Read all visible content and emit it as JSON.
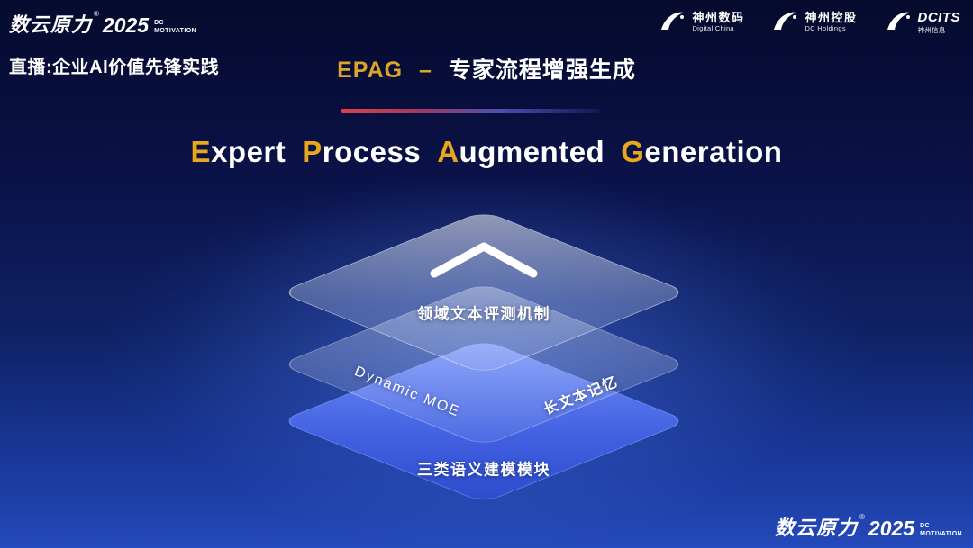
{
  "colors": {
    "accent_gold": "#dca52a",
    "background_top": "#060a2d",
    "background_bottom": "#2449ba",
    "bottom_layer_blue": "#3a5ce0",
    "divider_red": "#e04048",
    "divider_blue": "#2a4fd0"
  },
  "header": {
    "brand": {
      "wordmark": "数云原力",
      "reg_mark": "®",
      "year": "2025",
      "tagline_top": "DC",
      "tagline_bottom": "MOTIVATION"
    },
    "live_label": "直播:企业AI价值先锋实践",
    "slide_title": {
      "acronym": "EPAG",
      "separator": "–",
      "subject": "专家流程增强生成"
    },
    "partner_logos": [
      {
        "name": "神州数码",
        "subname": "Digital China",
        "icon": "swoosh-icon"
      },
      {
        "name": "神州控股",
        "subname": "DC Holdings",
        "icon": "swoosh-icon"
      },
      {
        "name": "DCITS",
        "subname": "神州信息",
        "icon": "swoosh-icon"
      }
    ]
  },
  "main_title": {
    "full": "Expert Process Augmented Generation",
    "words": [
      {
        "initial": "E",
        "rest": "xpert"
      },
      {
        "initial": "P",
        "rest": "rocess"
      },
      {
        "initial": "A",
        "rest": "ugmented"
      },
      {
        "initial": "G",
        "rest": "eneration"
      }
    ]
  },
  "diagram": {
    "top_layer": {
      "label": "领域文本评测机制",
      "icon": "chevron-up-icon"
    },
    "middle_layer": {
      "label_left": "Dynamic MOE",
      "label_right": "长文本记忆"
    },
    "bottom_layer": {
      "label": "三类语义建模模块"
    }
  },
  "footer": {
    "brand": {
      "wordmark": "数云原力",
      "reg_mark": "®",
      "year": "2025",
      "tagline_top": "DC",
      "tagline_bottom": "MOTIVATION"
    }
  }
}
